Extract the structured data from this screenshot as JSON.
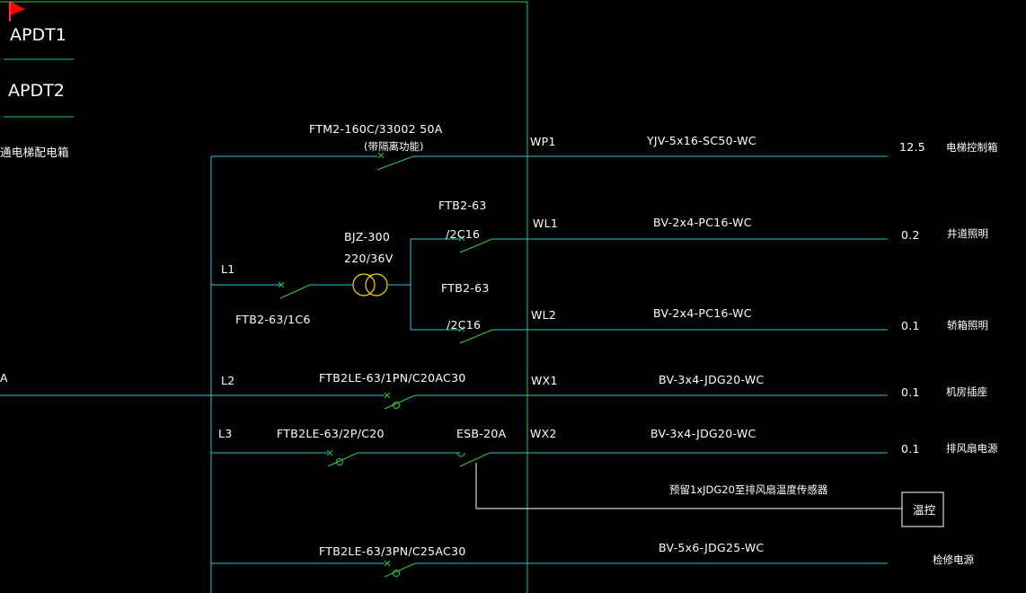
{
  "colors": {
    "background": "#000000",
    "feeder_line": "#29c8d8",
    "switch": "#2ecc40",
    "frame": "#2ecc40",
    "text": "#ffffff",
    "transformer": "#ffd700",
    "flag": "#ff0000"
  },
  "icons": {
    "flag": "red-flag-icon"
  },
  "title_block": {
    "apdt1": "APDT1",
    "apdt2": "APDT2",
    "panel_name": "通电梯配电箱"
  },
  "incoming": {
    "label": "A"
  },
  "transformer": {
    "model": "BJZ-300",
    "ratio": "220/36V"
  },
  "branch_breaker": "FTB2-63/1C6",
  "feeders": {
    "wp1": {
      "breaker": "FTM2-160C/33002 50A",
      "breaker_note": "(带隔离功能)",
      "phase": "",
      "circuit": "WP1",
      "cable": "YJV-5x16-SC50-WC",
      "load": "12.5",
      "description": "电梯控制箱"
    },
    "wl1": {
      "breaker_top": "FTB2-63",
      "breaker_bottom": "/2C16",
      "phase": "L1",
      "circuit": "WL1",
      "cable": "BV-2x4-PC16-WC",
      "load": "0.2",
      "description": "井道照明"
    },
    "wl2": {
      "breaker_top": "FTB2-63",
      "breaker_bottom": "/2C16",
      "circuit": "WL2",
      "cable": "BV-2x4-PC16-WC",
      "load": "0.1",
      "description": "轿箱照明"
    },
    "wx1": {
      "breaker": "FTB2LE-63/1PN/C20AC30",
      "phase": "L2",
      "circuit": "WX1",
      "cable": "BV-3x4-JDG20-WC",
      "load": "0.1",
      "description": "机房插座"
    },
    "wx2": {
      "breaker": "FTB2LE-63/2P/C20",
      "contactor": "ESB-20A",
      "phase": "L3",
      "circuit": "WX2",
      "cable": "BV-3x4-JDG20-WC",
      "load": "0.1",
      "description": "排风扇电源"
    },
    "spare": {
      "breaker": "FTB2LE-63/3PN/C25AC30",
      "cable": "BV-5x6-JDG25-WC",
      "description": "检修电源"
    }
  },
  "sensor": {
    "note": "预留1xJDG20至排风扇温度传感器",
    "box_label": "温控"
  }
}
